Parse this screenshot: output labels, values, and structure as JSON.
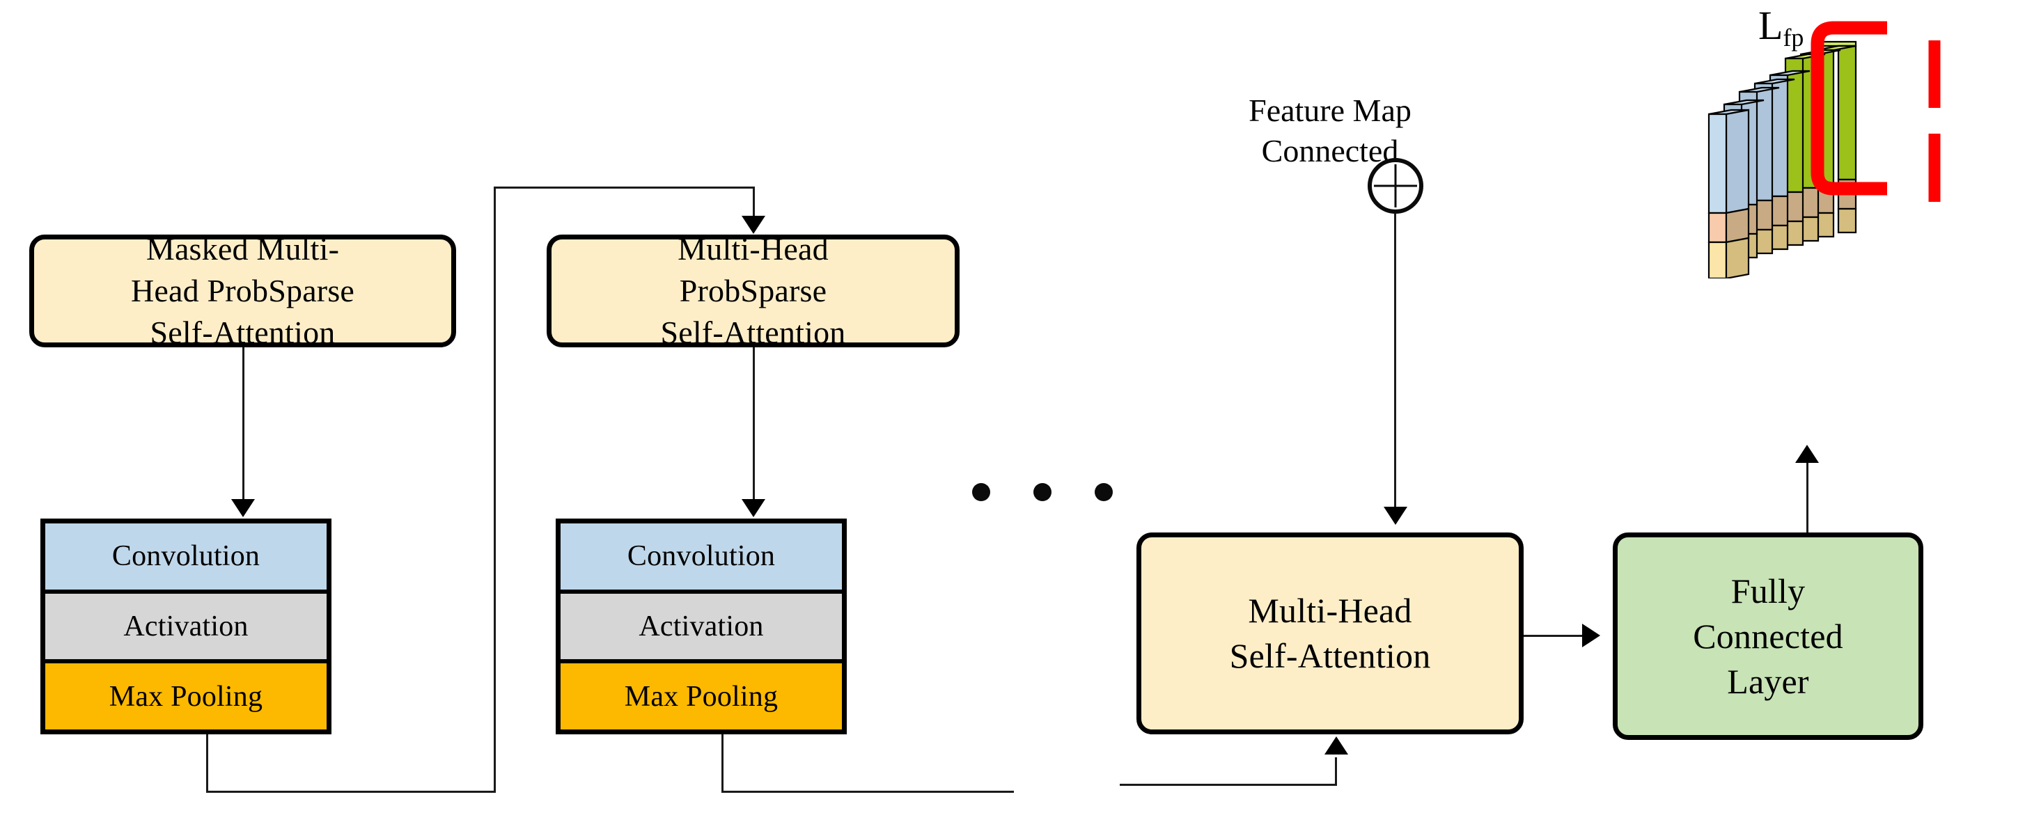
{
  "diagram": {
    "title": "Informer-style encoder-decoder feature extraction architecture",
    "background": "#ffffff"
  },
  "palette": {
    "attention_fill": "#fdeec8",
    "fully_connected_fill": "#c8e3b6",
    "convolution_fill": "#bfd7ea",
    "activation_fill": "#d6d6d6",
    "max_pooling_fill": "#fcb900",
    "stroke": "#000000",
    "connector": "#1a1a1a",
    "highlight": "#ff0000",
    "slab_green_face": "#9bc11a",
    "slab_green_top": "#d2ec62",
    "slab_blue_face": "#adc4da",
    "slab_blue_top": "#c4dcee",
    "slab_tan_face": "#c8ab84",
    "slab_salmon_face": "#f7cbac",
    "slab_khaki_face": "#d4bd7e",
    "slab_yellow_face": "#fbe5a8"
  },
  "blocks": {
    "encoder_attention": "Masked Multi-\nHead ProbSparse\nSelf-Attention",
    "decoder_attention": "Multi-Head\nProbSparse\nSelf-Attention",
    "multi_head_self_attention": "Multi-Head\nSelf-Attention",
    "fully_connected_layer": "Fully\nConnected\nLayer"
  },
  "conv_stack_1": {
    "bands": [
      {
        "label": "Convolution",
        "color": "#bfd7ea"
      },
      {
        "label": "Activation",
        "color": "#d6d6d6"
      },
      {
        "label": "Max Pooling",
        "color": "#fcb900"
      }
    ]
  },
  "conv_stack_2": {
    "bands": [
      {
        "label": "Convolution",
        "color": "#bfd7ea"
      },
      {
        "label": "Activation",
        "color": "#d6d6d6"
      },
      {
        "label": "Max Pooling",
        "color": "#fcb900"
      }
    ]
  },
  "annotations": {
    "feature_map_connected": "Feature Map\nConnected",
    "plus_symbol": "oplus-icon",
    "ellipsis": "• • •",
    "lfp_base": "L",
    "lfp_subscript": "fp"
  },
  "feature_map": {
    "description": "3D stacked feature-map slabs",
    "slab_count": 8,
    "band_names": [
      "top",
      "middle",
      "bottom"
    ],
    "highlight_bracket": "red-bracket",
    "dashed_marker": "red-dashed-bar"
  }
}
